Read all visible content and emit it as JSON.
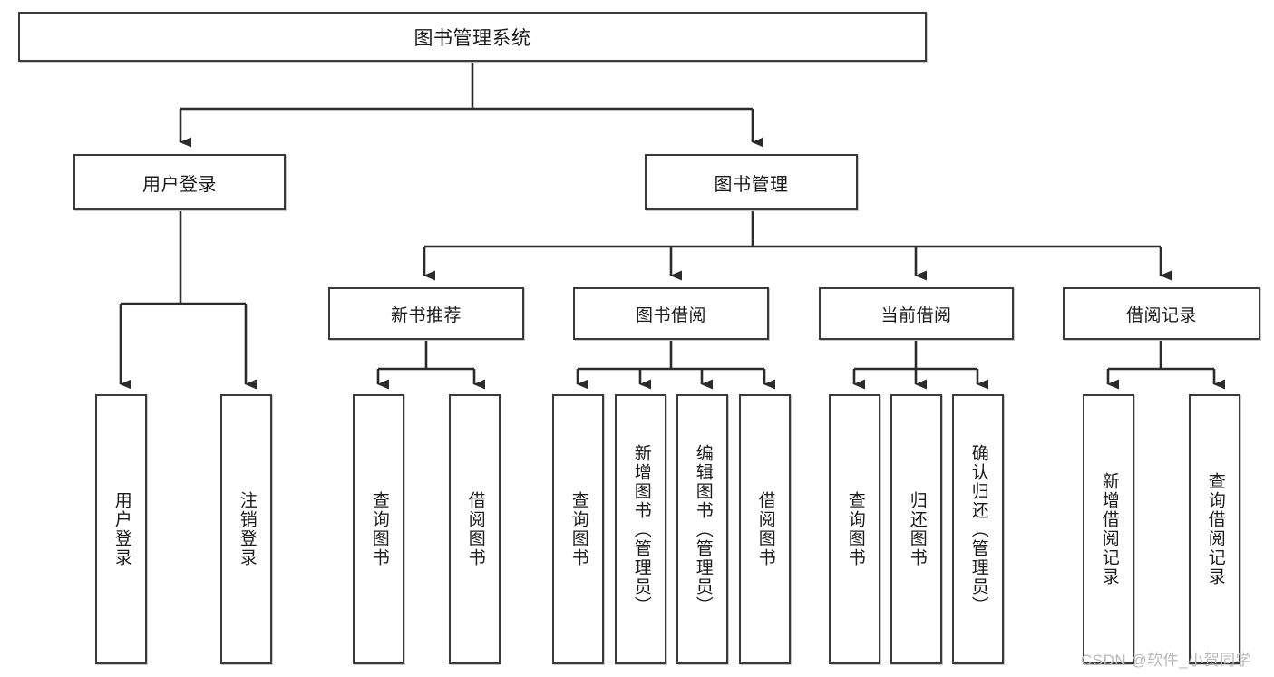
{
  "diagram": {
    "title": "图书管理系统",
    "type": "tree",
    "style": {
      "box_stroke": "#3a3a3a",
      "box_fill": "#ffffff",
      "connector": "#2b2b2b",
      "text": "#1b1b1b",
      "background": "#ffffff",
      "watermark_color": "#b9b9b9"
    },
    "root": {
      "label": "图书管理系统"
    },
    "level2": [
      {
        "label": "用户登录"
      },
      {
        "label": "图书管理"
      }
    ],
    "level3": [
      {
        "label": "新书推荐"
      },
      {
        "label": "图书借阅"
      },
      {
        "label": "当前借阅"
      },
      {
        "label": "借阅记录"
      }
    ],
    "leaves": {
      "user_login": [
        {
          "label": "用户登录"
        },
        {
          "label": "注销登录"
        }
      ],
      "new_book": [
        {
          "label": "查询图书"
        },
        {
          "label": "借阅图书"
        }
      ],
      "book_borrow": [
        {
          "label": "查询图书"
        },
        {
          "label": "新增图书（管理员）"
        },
        {
          "label": "编辑图书（管理员）"
        },
        {
          "label": "借阅图书"
        }
      ],
      "current_borrow": [
        {
          "label": "查询图书"
        },
        {
          "label": "归还图书"
        },
        {
          "label": "确认归还（管理员）"
        }
      ],
      "borrow_record": [
        {
          "label": "新增借阅记录"
        },
        {
          "label": "查询借阅记录"
        }
      ]
    }
  },
  "watermark": {
    "text": "CSDN @软件_小贺同学"
  }
}
